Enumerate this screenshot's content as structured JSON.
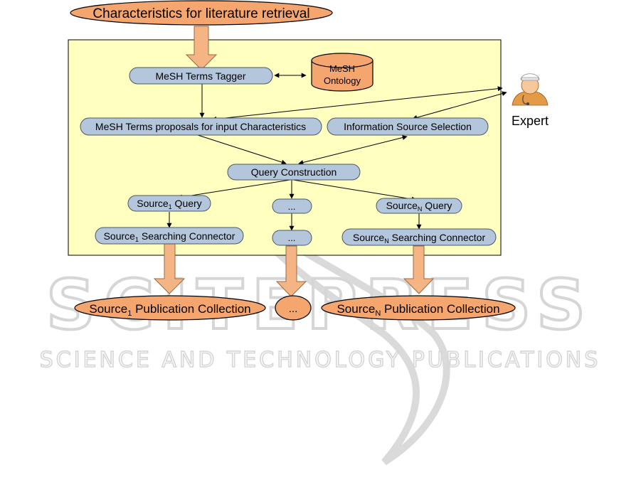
{
  "input": {
    "label": "Characteristics for literature retrieval"
  },
  "nodes": {
    "tagger": "MeSH Terms Tagger",
    "ontology_line1": "MeSH",
    "ontology_line2": "Ontology",
    "proposals": "MeSH Terms proposals for input Characteristics",
    "source_selection": "Information Source Selection",
    "query_construction": "Query Construction",
    "source1_query_pre": "Source",
    "source1_query_sub": "1",
    "source1_query_post": " Query",
    "middle_query": "...",
    "sourceN_query_pre": "Source",
    "sourceN_query_sub": "N",
    "sourceN_query_post": " Query",
    "source1_connector_pre": "Source",
    "source1_connector_sub": "1",
    "source1_connector_post": " Searching Connector",
    "middle_connector": "...",
    "sourceN_connector_pre": "Source",
    "sourceN_connector_sub": "N",
    "sourceN_connector_post": " Searching Connector"
  },
  "outputs": {
    "source1_pre": "Source",
    "source1_sub": "1",
    "source1_post": " Publication Collection",
    "middle": "...",
    "sourceN_pre": "Source",
    "sourceN_sub": "N",
    "sourceN_post": " Publication Collection"
  },
  "expert": {
    "label": "Expert"
  },
  "watermark": {
    "big": "SCITEPRESS",
    "small": "SCIENCE AND TECHNOLOGY PUBLICATIONS"
  },
  "colors": {
    "panel_fill": "#ffffc0",
    "node_fill": "#b4c6dc",
    "orange_fill": "#f5a66e",
    "arrow_fill": "#f5b483",
    "watermark": "#cfcfcf"
  }
}
